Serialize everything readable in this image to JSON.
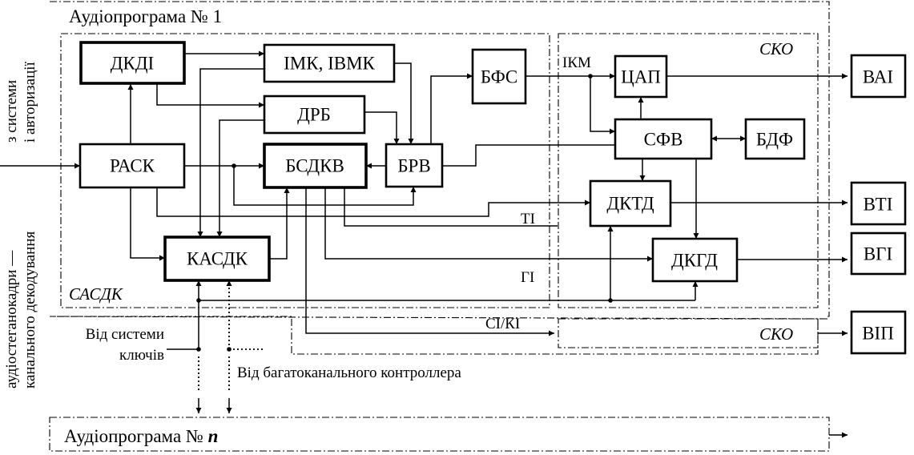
{
  "title_1": "Аудіопрограма  № 1",
  "title_n_prefix": "Аудіопрограма  № ",
  "title_n_var": "n",
  "region_sasdk": "САСДК",
  "region_sko_top": "СКО",
  "region_sko_bottom": "СКО",
  "left_label_line1": "аудіостеганокадри —",
  "left_label_line2": "канального декодування",
  "left_label_line3": "з системи",
  "left_label_line4": "і авторизації",
  "blocks": {
    "dkdi": "ДКДІ",
    "imk": "ІМК, ІВМК",
    "drb": "ДРБ",
    "bfs": "БФС",
    "rask": "РАСК",
    "bsdkv": "БСДКВ",
    "brv": "БРВ",
    "kasdk": "КАСДК",
    "cap": "ЦАП",
    "sfv": "СФВ",
    "bdf": "БДФ",
    "dktd": "ДКТД",
    "dkgd": "ДКГД"
  },
  "outputs": {
    "vai": "ВАІ",
    "vti": "ВТІ",
    "vgi": "ВГІ",
    "vip": "ВІП"
  },
  "signals": {
    "ikm": "ІКМ",
    "ti": "ТІ",
    "gi": "ГІ",
    "siki": "СІ/КІ"
  },
  "keys_line1": "Від системи",
  "keys_line2": "ключів",
  "controller": "Від багатоканального контроллера"
}
